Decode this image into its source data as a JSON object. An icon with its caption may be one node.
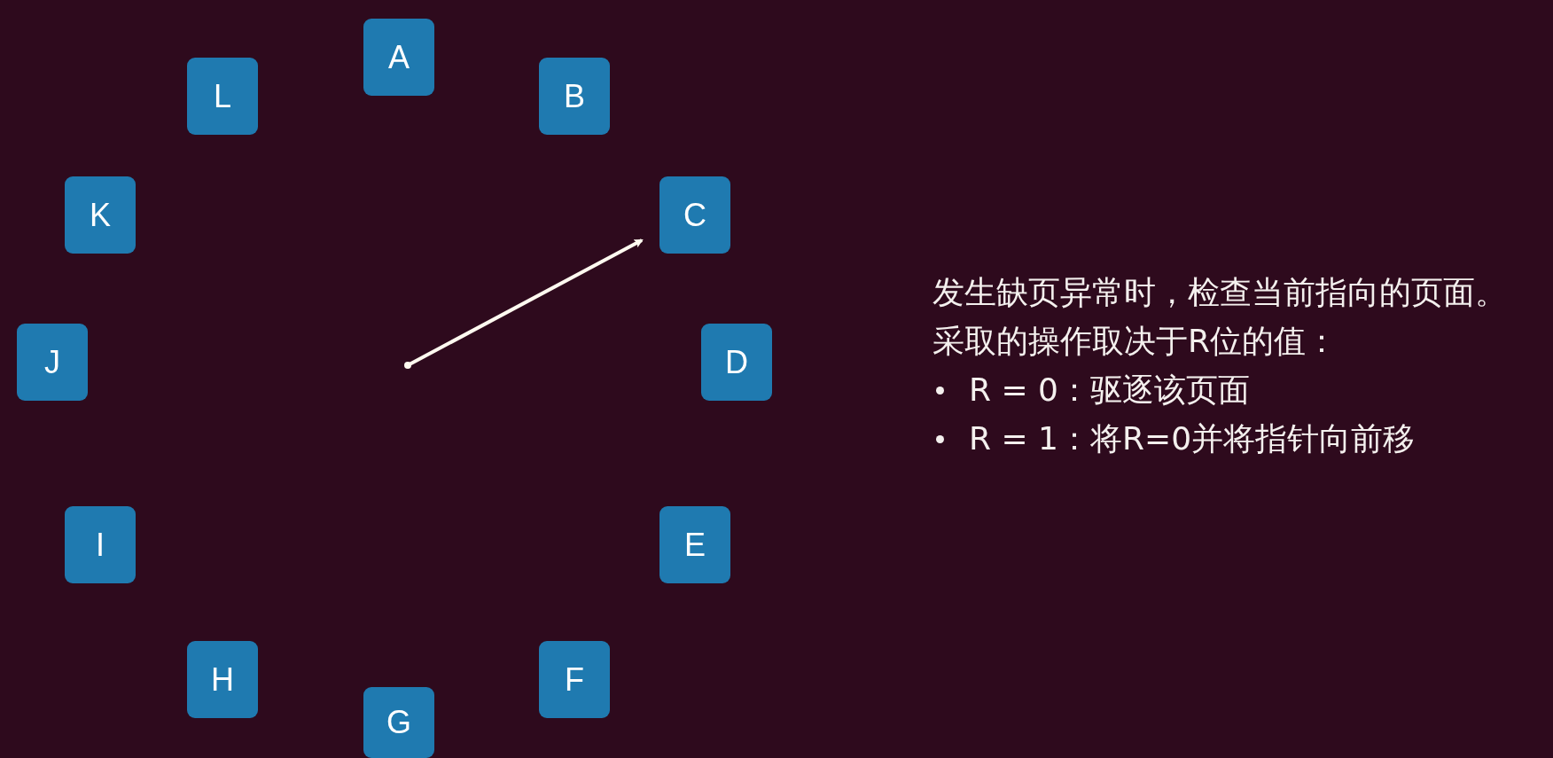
{
  "diagram": {
    "nodes": [
      {
        "text": [
          "A"
        ]
      },
      {
        "text": [
          "B"
        ]
      },
      {
        "text": [
          "C"
        ]
      },
      {
        "text": [
          "D"
        ]
      },
      {
        "text": [
          "E"
        ]
      },
      {
        "text": [
          "F"
        ]
      },
      {
        "text": [
          "G"
        ]
      },
      {
        "text": [
          "H"
        ]
      },
      {
        "text": [
          "I"
        ]
      },
      {
        "text": [
          "J"
        ]
      },
      {
        "text": [
          "K"
        ]
      },
      {
        "text": [
          "L"
        ]
      }
    ],
    "edges": [
      {
        "from": null,
        "to": 2,
        "arrow": "to"
      }
    ],
    "labels": [
      "发生缺页异常时，检查当前指向的页面。",
      "采取的操作取决于R位的值：",
      "R = 0：驱逐该页面",
      "R = 1：将R=0并将指针向前移"
    ]
  }
}
